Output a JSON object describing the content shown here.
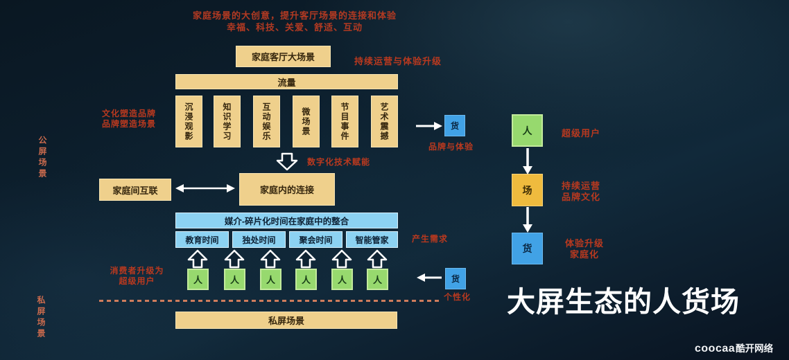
{
  "slide": {
    "heading": {
      "line1": "家庭场景的大创意，提升客厅场景的连接和体验",
      "line2": "幸福、科技、关爱、舒适、互动"
    },
    "living_room_box": "家庭客厅大场景",
    "ops_note": "持续运营与体验升级",
    "traffic_box": "流量",
    "categories": [
      "沉浸观影",
      "知识学习",
      "互动娱乐",
      "微场景",
      "节目事件",
      "艺术震撼"
    ],
    "culture_note": {
      "line1": "文化塑造品牌",
      "line2": "品牌塑造场景"
    },
    "public_screen_label": "公屏场景",
    "goods_top": {
      "box": "货",
      "label": "品牌与体验"
    },
    "tech_note": "数字化技术赋能",
    "inter_family_box": "家庭间互联",
    "intra_family_box": "家庭内的连接",
    "media": {
      "header": "媒介-碎片化时间在家庭中的整合",
      "slots": [
        "教育时间",
        "独处时间",
        "聚会时间",
        "智能管家"
      ],
      "demand_note": "产生需求"
    },
    "consumers": {
      "person": "人",
      "note_line1": "消费者升级为",
      "note_line2": "超级用户"
    },
    "goods_bottom": {
      "box": "货",
      "label": "个性化"
    },
    "private_screen": {
      "box": "私屏场景",
      "side_label": "私屏场景"
    },
    "right_flow": {
      "person": {
        "box": "人",
        "label": "超级用户"
      },
      "place": {
        "box": "场",
        "label_line1": "持续运营",
        "label_line2": "品牌文化"
      },
      "goods": {
        "box": "货",
        "label_line1": "体验升级",
        "label_line2": "家庭化"
      }
    },
    "title": "大屏生态的人货场",
    "logo": {
      "en": "coocaa",
      "cn": "酷开网络"
    }
  },
  "colors": {
    "background": "#0d2130",
    "box_yellow": "#efd08c",
    "box_amber": "#efbb3e",
    "box_blue_light": "#8cd2f2",
    "box_blue": "#41a2e6",
    "box_green": "#97d96e",
    "accent_red": "#b9391f",
    "accent_salmon": "#c96a4d",
    "arrow_white": "#ffffff"
  }
}
